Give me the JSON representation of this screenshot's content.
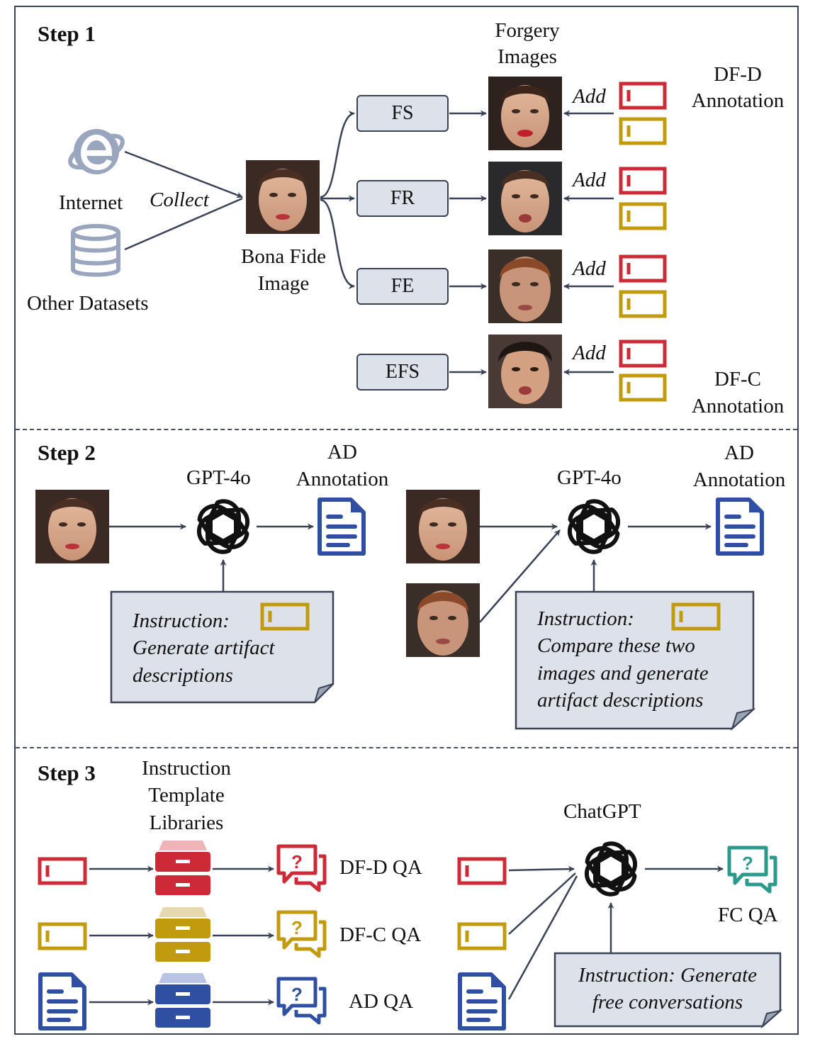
{
  "step1": {
    "label": "Step 1",
    "internet": "Internet",
    "other_datasets": "Other Datasets",
    "collect": "Collect",
    "bona_fide": [
      "Bona Fide",
      "Image"
    ],
    "forgery_images": [
      "Forgery",
      "Images"
    ],
    "methods": [
      "FS",
      "FR",
      "FE",
      "EFS"
    ],
    "add": "Add",
    "dfd_annotation": [
      "DF-D",
      "Annotation"
    ],
    "dfc_annotation": [
      "DF-C",
      "Annotation"
    ]
  },
  "step2": {
    "label": "Step 2",
    "gpt": "GPT-4o",
    "ad_annotation": [
      "AD",
      "Annotation"
    ],
    "instruction1": [
      "Instruction:",
      "Generate artifact",
      "descriptions"
    ],
    "instruction2": [
      "Instruction:",
      "Compare these two",
      "images and generate",
      "artifact descriptions"
    ]
  },
  "step3": {
    "label": "Step 3",
    "template_libraries": [
      "Instruction",
      "Template",
      "Libraries"
    ],
    "dfd_qa": "DF-D QA",
    "dfc_qa": "DF-C QA",
    "ad_qa": "AD QA",
    "chatgpt": "ChatGPT",
    "fc_qa": "FC QA",
    "instruction3": [
      "Instruction: Generate",
      "free conversations"
    ]
  },
  "colors": {
    "red": "#cc2a36",
    "gold": "#c19a0e",
    "blue": "#2f4fa3",
    "teal": "#2b9a8c",
    "box_fill": "#dde2ea",
    "line": "#3a4256"
  }
}
